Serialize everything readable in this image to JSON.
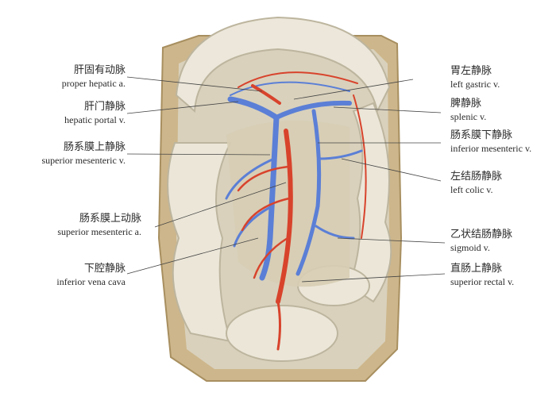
{
  "labels_left": [
    {
      "zh": "肝固有动脉",
      "en": "proper hepatic a."
    },
    {
      "zh": "肝门静脉",
      "en": "hepatic portal v."
    },
    {
      "zh": "肠系膜上静脉",
      "en": "superior mesenteric v."
    },
    {
      "zh": "肠系膜上动脉",
      "en": "superior mesenteric a."
    },
    {
      "zh": "下腔静脉",
      "en": "inferior vena cava"
    }
  ],
  "labels_right": [
    {
      "zh": "胃左静脉",
      "en": "left gastric v."
    },
    {
      "zh": "脾静脉",
      "en": "splenic v."
    },
    {
      "zh": "肠系膜下静脉",
      "en": "inferior mesenteric v."
    },
    {
      "zh": "左结肠静脉",
      "en": "left colic v."
    },
    {
      "zh": "乙状结肠静脉",
      "en": "sigmoid v."
    },
    {
      "zh": "直肠上静脉",
      "en": "superior rectal v."
    }
  ],
  "colors": {
    "vein": "#5b7fd6",
    "artery": "#d8432c",
    "tissue": "#e9e4d6",
    "frame": "#c9b48a",
    "leader": "#444444"
  }
}
